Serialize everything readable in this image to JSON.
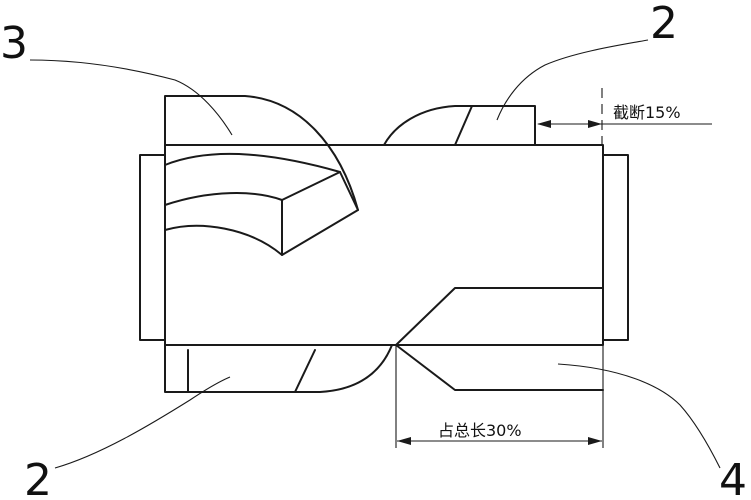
{
  "callouts": {
    "part_3": "3",
    "part_2_top": "2",
    "part_2_bottom": "2",
    "part_4": "4"
  },
  "dimensions": {
    "truncation": "截断15%",
    "length_share": "占总长30%"
  }
}
